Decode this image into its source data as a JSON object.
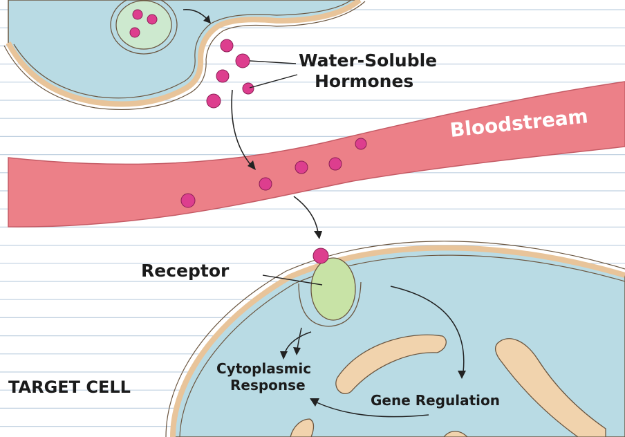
{
  "labels": {
    "hormones_line1": "Water-Soluble",
    "hormones_line2": "Hormones",
    "bloodstream": "Bloodstream",
    "receptor": "Receptor",
    "target_cell": "TARGET CELL",
    "cytoplasmic_line1": "Cytoplasmic",
    "cytoplasmic_line2": "Response",
    "gene_regulation": "Gene Regulation"
  },
  "colors": {
    "paper": "#ffffff",
    "paper_lines": "#bfd0e0",
    "cell_fill": "#b9dbe4",
    "membrane": "#e8c49a",
    "membrane_edge": "#6b5640",
    "bloodstream": "#ec8088",
    "hormone": "#dd3e8e",
    "receptor": "#c8e3a6",
    "organelle": "#f1d3ad"
  }
}
